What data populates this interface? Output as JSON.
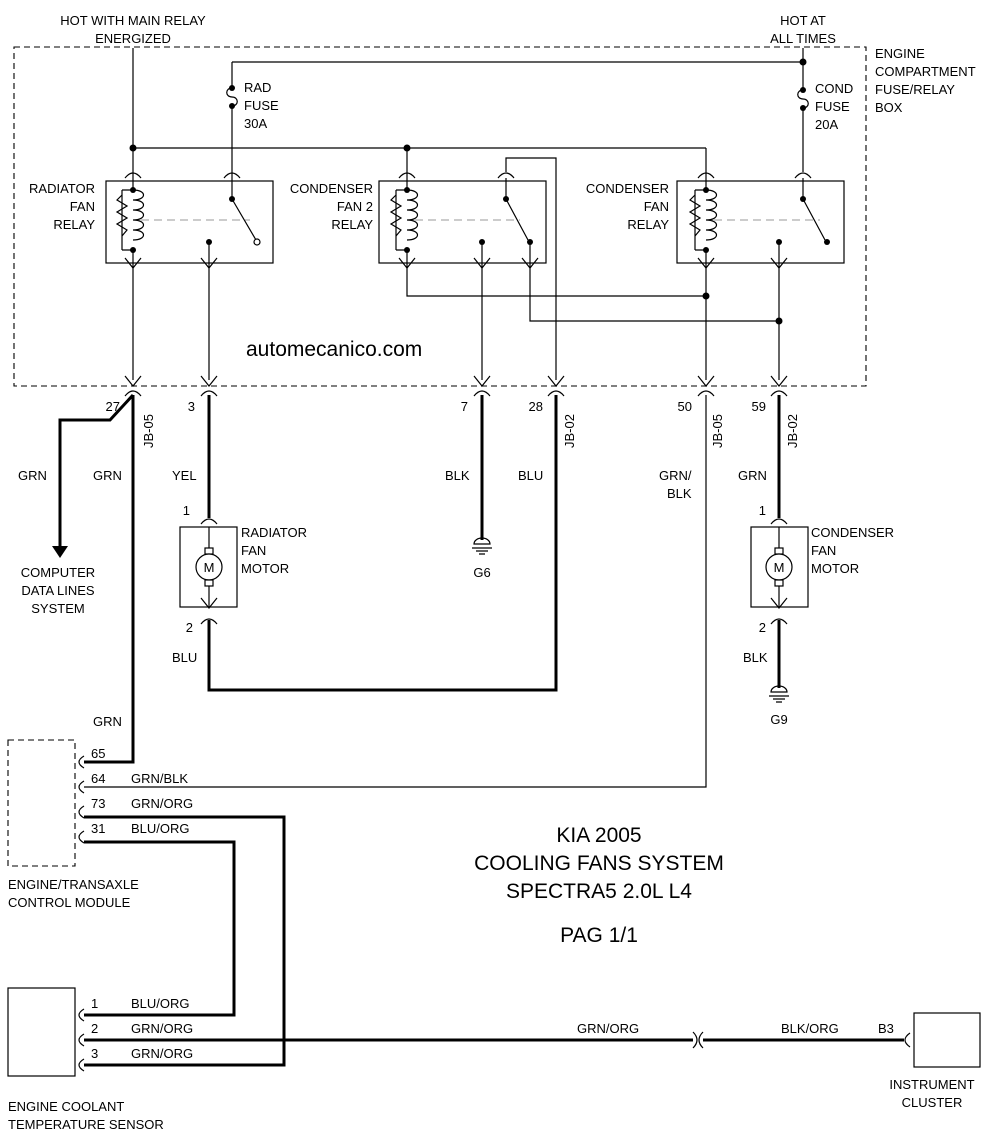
{
  "header": {
    "hot_main_relay": [
      "HOT WITH MAIN RELAY",
      "ENERGIZED"
    ],
    "hot_all_times": [
      "HOT AT",
      "ALL TIMES"
    ]
  },
  "fuse_box_label": [
    "ENGINE",
    "COMPARTMENT",
    "FUSE/RELAY",
    "BOX"
  ],
  "fuses": {
    "rad": [
      "RAD",
      "FUSE",
      "30A"
    ],
    "cond": [
      "COND",
      "FUSE",
      "20A"
    ]
  },
  "relays": {
    "radiator": [
      "RADIATOR",
      "FAN",
      "RELAY"
    ],
    "condenser2": [
      "CONDENSER",
      "FAN 2",
      "RELAY"
    ],
    "condenser": [
      "CONDENSER",
      "FAN",
      "RELAY"
    ]
  },
  "watermark": "automecanico.com",
  "pins": [
    "27",
    "3",
    "7",
    "28",
    "50",
    "59"
  ],
  "junction_blocks": [
    "JB-05",
    "JB-02",
    "JB-05",
    "JB-02"
  ],
  "wire_colors": {
    "grn_left": "GRN",
    "grn_27": "GRN",
    "yel": "YEL",
    "blk_7": "BLK",
    "blu_28": "BLU",
    "grn_blk": [
      "GRN/",
      "BLK"
    ],
    "grn_59": "GRN",
    "blu_motor": "BLU",
    "blk_motor": "BLK",
    "grn_ecm": "GRN"
  },
  "computer_data_lines": [
    "COMPUTER",
    "DATA LINES",
    "SYSTEM"
  ],
  "motors": {
    "radiator": [
      "RADIATOR",
      "FAN",
      "MOTOR"
    ],
    "condenser": [
      "CONDENSER",
      "FAN",
      "MOTOR"
    ],
    "radiator_pins": [
      "1",
      "2"
    ],
    "condenser_pins": [
      "1",
      "2"
    ],
    "symbol": "M"
  },
  "grounds": [
    "G6",
    "G9"
  ],
  "ecm": {
    "label": [
      "ENGINE/TRANSAXLE",
      "CONTROL MODULE"
    ],
    "pins": [
      {
        "num": "65",
        "color": ""
      },
      {
        "num": "64",
        "color": "GRN/BLK"
      },
      {
        "num": "73",
        "color": "GRN/ORG"
      },
      {
        "num": "31",
        "color": "BLU/ORG"
      }
    ]
  },
  "sensor": {
    "label": [
      "ENGINE COOLANT",
      "TEMPERATURE SENSOR"
    ],
    "pins": [
      {
        "num": "1",
        "color": "BLU/ORG"
      },
      {
        "num": "2",
        "color": "GRN/ORG"
      },
      {
        "num": "3",
        "color": "GRN/ORG"
      }
    ]
  },
  "cluster": {
    "label": [
      "INSTRUMENT",
      "CLUSTER"
    ],
    "pin": "B3",
    "wire_in": "GRN/ORG",
    "wire_out": "BLK/ORG"
  },
  "title": [
    "KIA 2005",
    "COOLING FANS SYSTEM",
    "SPECTRA5 2.0L L4",
    "PAG 1/1"
  ]
}
